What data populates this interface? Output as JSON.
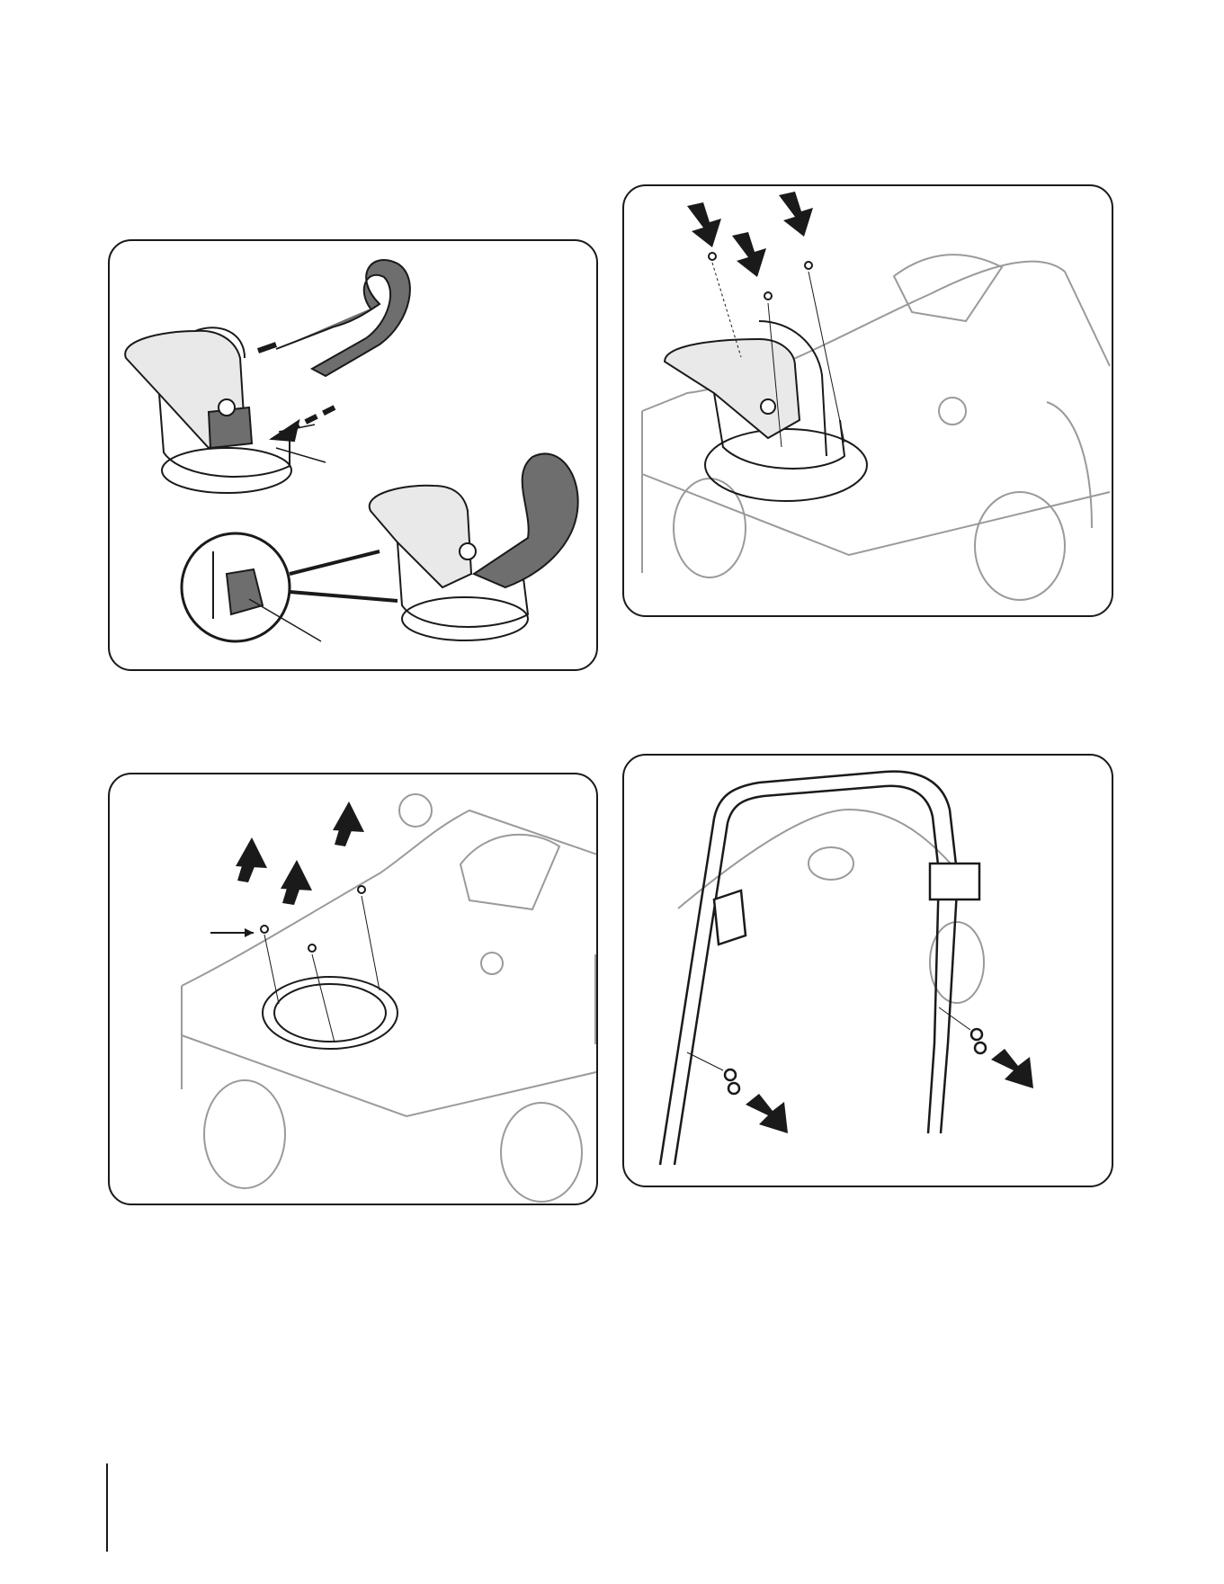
{
  "figures": [
    {
      "id": "fig-chute-handle",
      "description_icon": "chute-handle-assembly-icon"
    },
    {
      "id": "fig-chute-install",
      "description_icon": "chute-install-screws-icon"
    },
    {
      "id": "fig-chute-ring",
      "description_icon": "chute-ring-removal-icon"
    },
    {
      "id": "fig-handle-bolts",
      "description_icon": "handle-bolts-removal-icon"
    }
  ],
  "footer": {
    "code": ""
  },
  "colors": {
    "line": "#1a1a1a",
    "grey_fill": "#6e6e6e",
    "light_fill": "#e9e9e9",
    "faint": "#9a9a9a"
  }
}
